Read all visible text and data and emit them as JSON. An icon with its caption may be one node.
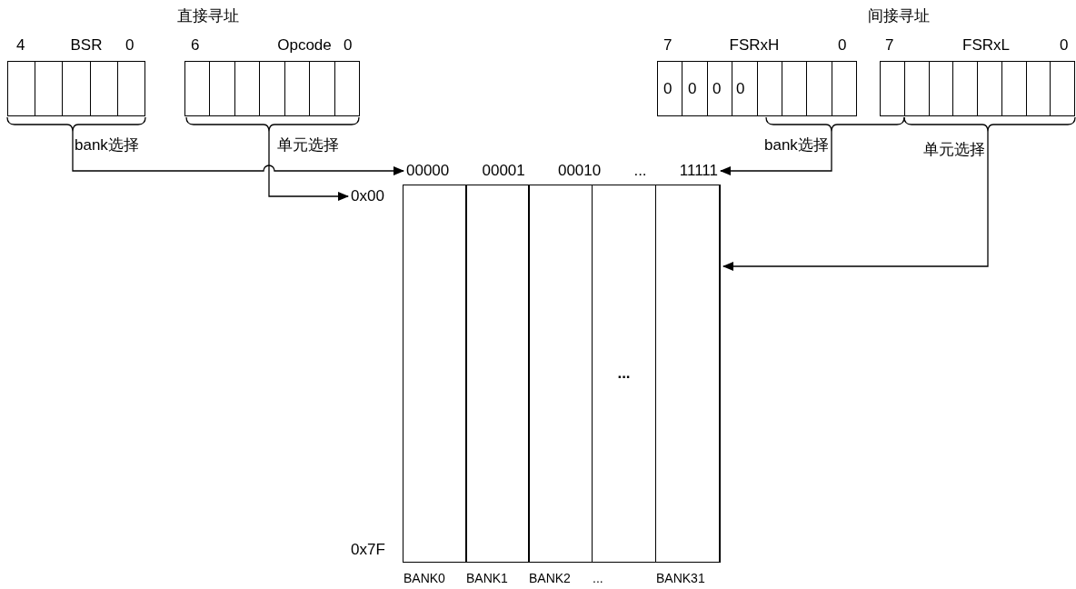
{
  "diagram": {
    "nodes": [
      {
        "text": [
          "BSR"
        ],
        "beside": [
          "4",
          "0"
        ]
      },
      {
        "text": [
          "Opcode"
        ],
        "beside": [
          "6",
          "0"
        ]
      },
      {
        "text": [
          "FSRxH"
        ],
        "beside": [
          "7",
          "0"
        ]
      },
      {
        "text": [
          "FSRxL"
        ],
        "beside": [
          "7",
          "0"
        ]
      },
      {
        "text": [
          "bank选择"
        ]
      },
      {
        "text": [
          "单元选择"
        ]
      },
      {
        "text": [
          "bank选择"
        ]
      },
      {
        "text": [
          "单元选择"
        ]
      },
      {
        "text": [
          "00000 00001 00010 ... 11111"
        ]
      },
      {
        "text": [
          "0x00"
        ]
      },
      {
        "text": [],
        "shape": "box"
      },
      {
        "text": [],
        "shape": "box",
        "in": 10,
        "beside": [
          "BANK0"
        ]
      },
      {
        "text": [],
        "shape": "box",
        "in": 10,
        "beside": [
          "BANK1"
        ]
      },
      {
        "text": [],
        "shape": "box",
        "in": 10,
        "beside": [
          "BANK2"
        ]
      },
      {
        "text": [
          "..."
        ],
        "in": 10,
        "beside": [
          "..."
        ]
      },
      {
        "text": [],
        "shape": "box",
        "in": 10,
        "beside": [
          "BANK31"
        ]
      }
    ],
    "edges": [
      {
        "from": 4,
        "to": 8,
        "arrow": "to"
      },
      {
        "from": 5,
        "to": 9,
        "arrow": "to"
      },
      {
        "from": 6,
        "to": 8,
        "arrow": "to"
      },
      {
        "from": 7,
        "to": 10,
        "arrow": "to"
      }
    ],
    "labels": [
      "直接寻址",
      "间接寻址",
      "0",
      "0",
      "0",
      "0",
      "0x7F"
    ]
  }
}
